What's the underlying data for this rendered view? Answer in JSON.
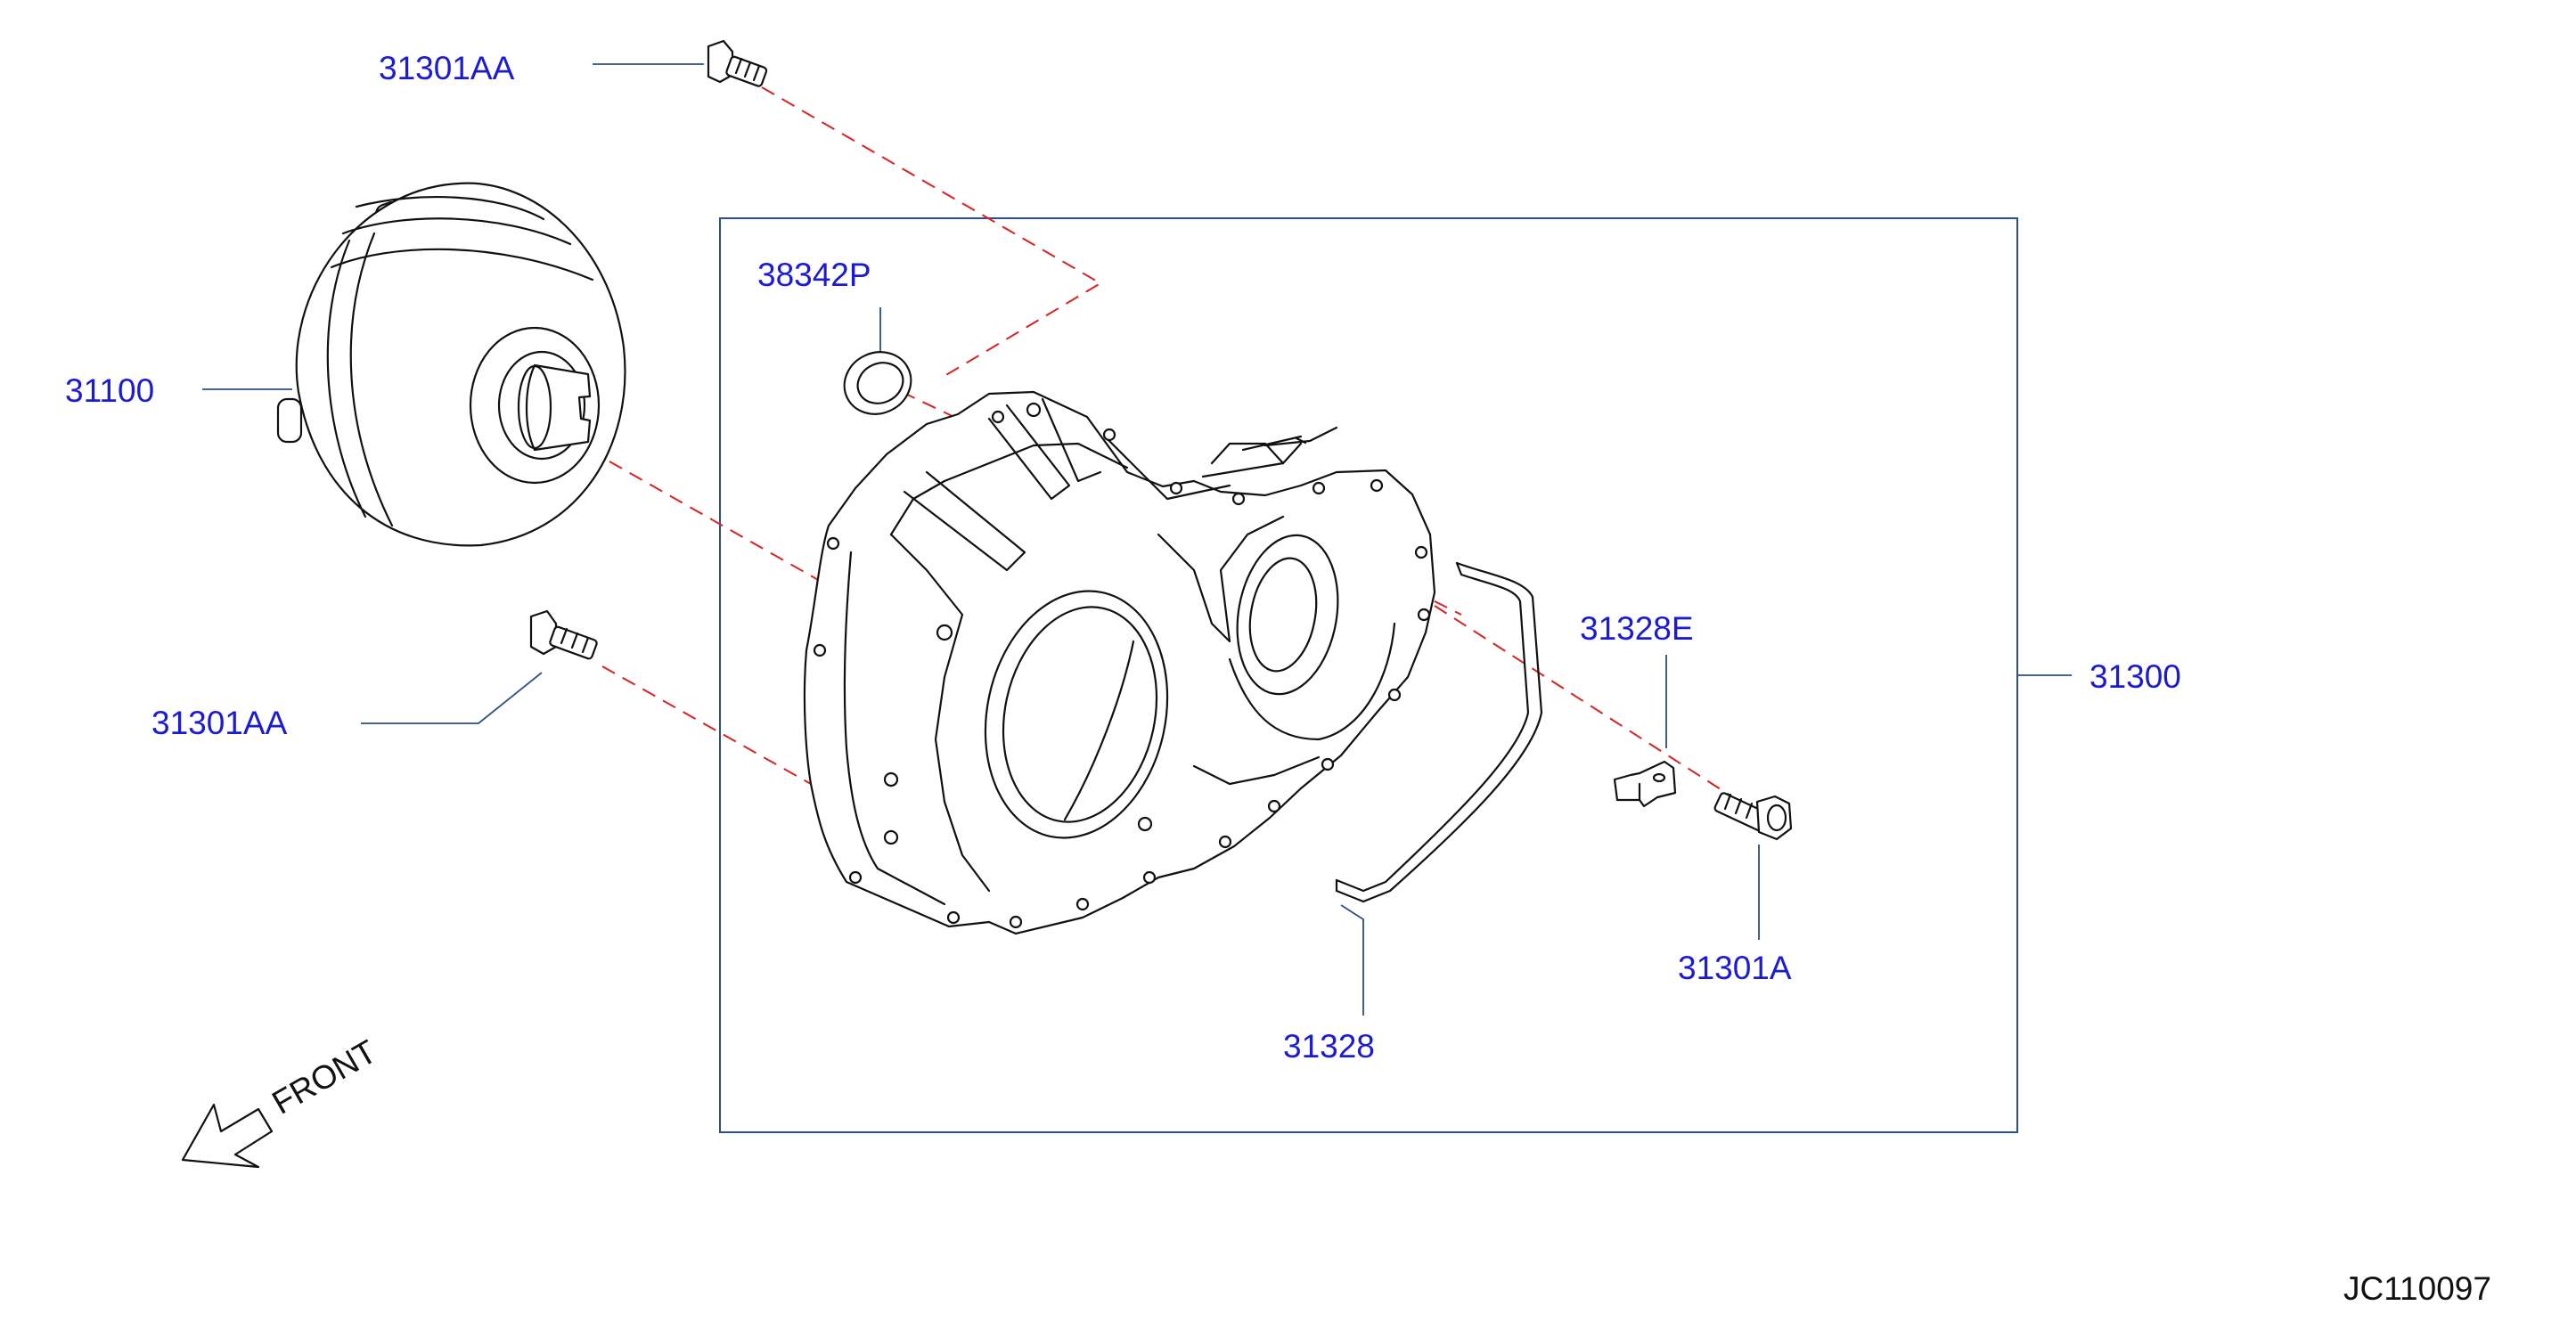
{
  "diagram": {
    "code": "JC110097",
    "front_label": "FRONT",
    "callouts": {
      "bolt_top": "31301AA",
      "torque_converter": "31100",
      "bolt_left": "31301AA",
      "seal": "38342P",
      "housing": "31300",
      "clip": "31328E",
      "tube": "31328",
      "bolt_right": "31301A"
    }
  },
  "colors": {
    "callout_text": "#1a1ad8",
    "leader_line": "#2b4f86",
    "dashed_line": "#e02020",
    "part_outline": "#111111",
    "background": "#ffffff"
  }
}
